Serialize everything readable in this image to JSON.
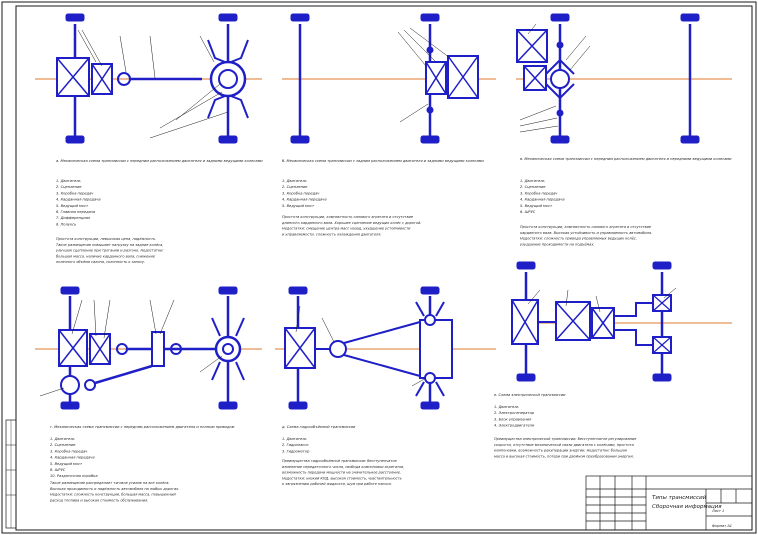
{
  "colors": {
    "ink": "#1a1a1a",
    "blue": "#1f1fc8",
    "axis": "#e07a2e",
    "paper": "#ffffff"
  },
  "title_block": {
    "title_line1": "Типы трансмиссий",
    "title_line2": "Сборочная информация",
    "sheet": "Лист 1",
    "format": "Формат А1"
  },
  "schemes": [
    {
      "caption": "а. Механическая схема трансмиссии с передним расположением двигателя и задними ведущими колесами",
      "items": [
        "1. Двигатель",
        "2. Сцепление",
        "3. Коробка передач",
        "4. Карданная передача",
        "5. Ведущий мост",
        "6. Главная передача",
        "7. Дифференциал",
        "8. Полуось"
      ],
      "text": [
        "Простота конструкции, невысокая цена, надёжность.",
        "Такое размещение повышает нагрузку на задние колёса,",
        "улучшая сцепление при трогании и разгоне. Недостатки:",
        "большая масса, наличие карданного вала, снижение",
        "полезного объёма салона, склонность к заносу."
      ]
    },
    {
      "caption": "б. Механическая схема трансмиссии с задним расположением двигателя и задними ведущими колесами",
      "items": [
        "1. Двигатель",
        "2. Сцепление",
        "3. Коробка передач",
        "4. Карданная передача",
        "5. Ведущий мост"
      ],
      "text": [
        "Простота конструкции, компактность силового агрегата и отсутствие",
        "длинного карданного вала. Хорошее сцепление ведущих колёс с дорогой.",
        "Недостатки: смещение центра масс назад, ухудшение устойчивости",
        "и управляемости, сложность охлаждения двигателя."
      ]
    },
    {
      "caption": "в. Механическая схема трансмиссии с передним расположением двигателя и передними ведущими колесами",
      "items": [
        "1. Двигатель",
        "2. Сцепление",
        "3. Коробка передач",
        "4. Карданная передача",
        "5. Ведущий мост",
        "6. ШРУС"
      ],
      "text": [
        "Простота конструкции, компактность силового агрегата и отсутствие",
        "карданного вала. Высокая устойчивость и управляемость автомобиля.",
        "Недостатки: сложность привода управляемых ведущих колёс,",
        "ухудшение проходимости на подъёмах."
      ]
    },
    {
      "caption": "г. Механическая схема трансмиссии с передним расположением двигателя и полным приводом",
      "items": [
        "1. Двигатель",
        "2. Сцепление",
        "3. Коробка передач",
        "4. Карданная передача",
        "5. Ведущий мост",
        "6. ШРУС",
        "10. Раздаточная коробка"
      ],
      "text": [
        "Такое размещение распределяет тяговое усилие на все колёса.",
        "Высокая проходимость и надёжность автомобиля на любых дорогах.",
        "Недостатки: сложность конструкции, большая масса, повышенный",
        "расход топлива и высокая стоимость обслуживания."
      ]
    },
    {
      "caption": "д. Схема гидрообъёмной трансмиссии",
      "items": [
        "1. Двигатель",
        "2. Гидронасос",
        "3. Гидромотор"
      ],
      "text": [
        "Преимущества гидрообъёмной трансмиссии: бесступенчатое",
        "изменение передаточного числа, свобода компоновки агрегатов,",
        "возможность передачи мощности на значительное расстояние.",
        "Недостатки: низкий КПД, высокая стоимость, чувствительность",
        "к загрязнению рабочей жидкости, шум при работе насоса."
      ]
    },
    {
      "caption": "е. Схема электрической трансмиссии",
      "items": [
        "1. Двигатель",
        "2. Электрогенератор",
        "3. Блок управления",
        "4. Электродвигатели"
      ],
      "text": [
        "Преимущества электрической трансмиссии: бесступенчатое регулирование",
        "скорости, отсутствие механической связи двигателя с колёсами, простота",
        "компоновки, возможность рекуперации энергии. Недостатки: большая",
        "масса и высокая стоимость, потери при двойном преобразовании энергии."
      ]
    }
  ]
}
